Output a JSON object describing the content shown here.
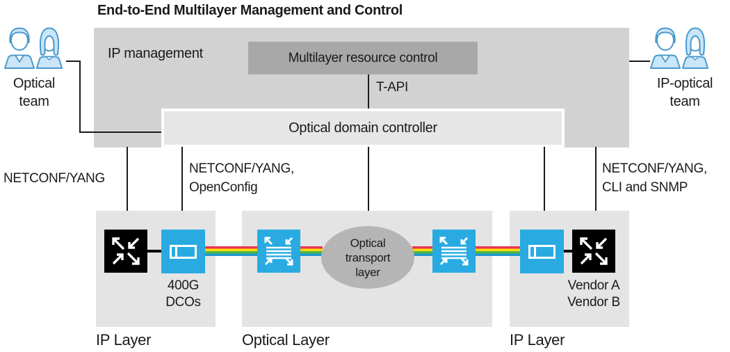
{
  "title": "End-to-End Multilayer Management and Control",
  "control_plane": {
    "ip_management_label": "IP management",
    "multilayer_resource_control_label": "Multilayer resource control",
    "tapi_label": "T-API",
    "optical_domain_controller_label": "Optical domain controller"
  },
  "teams": {
    "optical": {
      "line1": "Optical",
      "line2": "team"
    },
    "ip_optical": {
      "line1": "IP-optical",
      "line2": "team"
    }
  },
  "interfaces": {
    "left": "NETCONF/YANG",
    "center": {
      "line1": "NETCONF/YANG,",
      "line2": "OpenConfig"
    },
    "right": {
      "line1": "NETCONF/YANG,",
      "line2": "CLI and SNMP"
    }
  },
  "layers": {
    "ip_left": {
      "label": "IP Layer"
    },
    "optical": {
      "label": "Optical Layer"
    },
    "ip_right": {
      "label": "IP Layer"
    }
  },
  "devices": {
    "dco_label": {
      "line1": "400G",
      "line2": "DCOs"
    },
    "vendor_label": {
      "line1": "Vendor A",
      "line2": "Vendor B"
    },
    "optical_transport": {
      "line1": "Optical",
      "line2": "transport",
      "line3": "layer"
    }
  },
  "colors": {
    "control_box": "#D2D2D2",
    "mrc_box": "#A8A8A8",
    "odc_box": "#E6E6E6",
    "layer_box": "#E4E4E4",
    "ellipse": "#B5B5B5",
    "device_blue": "#29ABE2",
    "device_black": "#000000",
    "people_stroke": "#4A98CD",
    "people_fill": "#C9E5F7",
    "wdm_stripes": [
      "#E8384F",
      "#FFDC00",
      "#4CB648",
      "#2196CE"
    ]
  }
}
